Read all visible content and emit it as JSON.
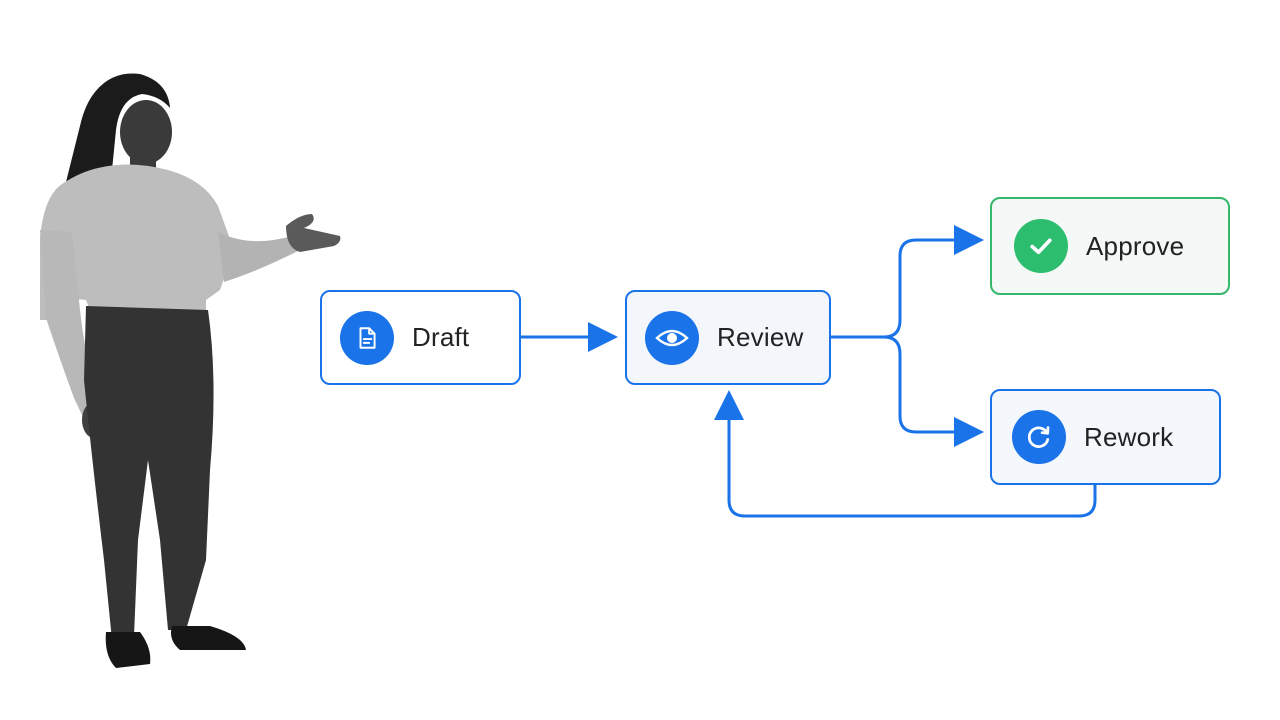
{
  "colors": {
    "accent": "#1a73e8",
    "approve": "#2dbd6e",
    "approve_border": "#35b86b"
  },
  "diagram": {
    "nodes": [
      {
        "id": "draft",
        "label": "Draft",
        "icon": "document-icon"
      },
      {
        "id": "review",
        "label": "Review",
        "icon": "eye-icon"
      },
      {
        "id": "approve",
        "label": "Approve",
        "icon": "checkmark-icon"
      },
      {
        "id": "rework",
        "label": "Rework",
        "icon": "refresh-icon"
      }
    ],
    "edges": [
      {
        "from": "draft",
        "to": "review"
      },
      {
        "from": "review",
        "to": "approve"
      },
      {
        "from": "review",
        "to": "rework"
      },
      {
        "from": "rework",
        "to": "review"
      }
    ]
  },
  "illustration": {
    "subject": "presenter-photo"
  }
}
